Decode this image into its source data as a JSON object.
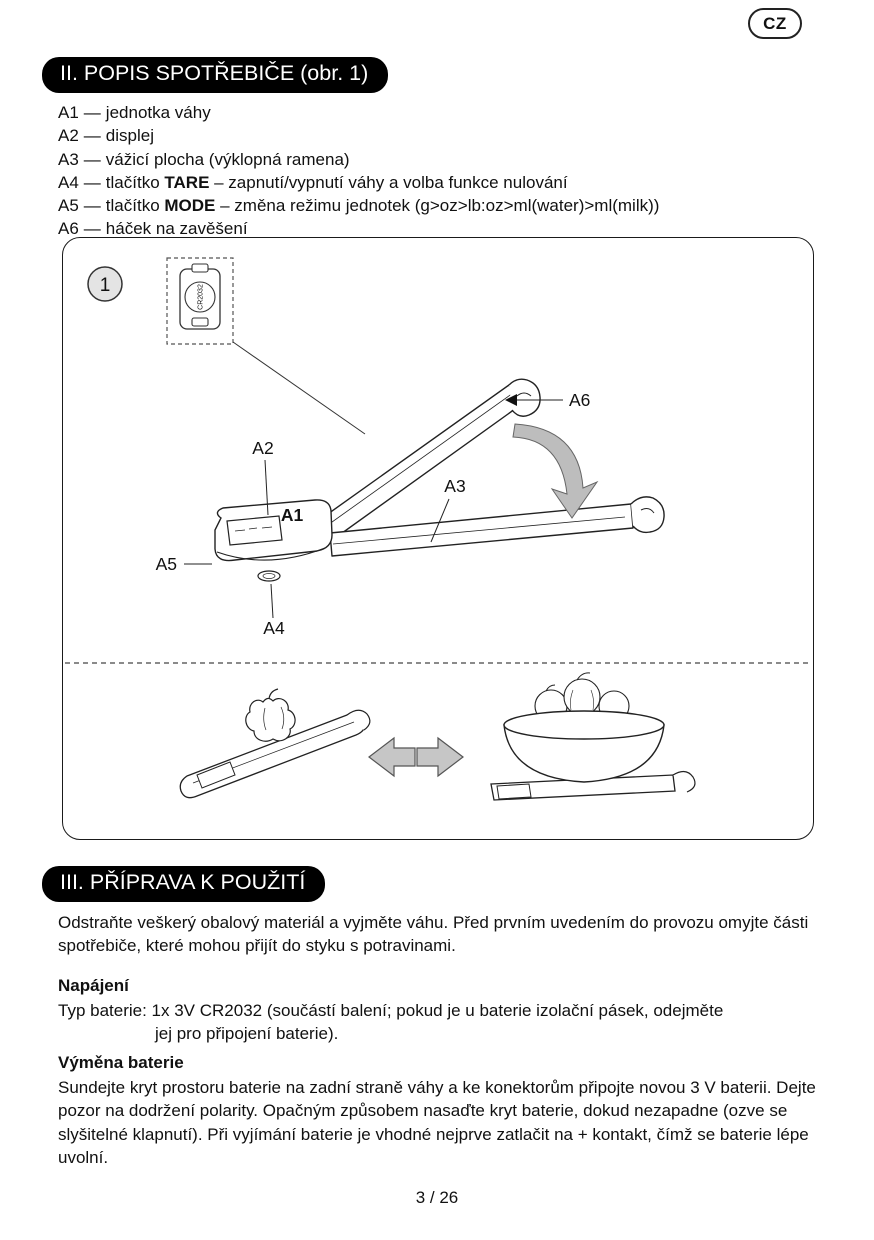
{
  "page": {
    "language_badge": "CZ",
    "page_number": "3 / 26"
  },
  "section_description": {
    "title": "II. POPIS SPOTŘEBIČE (obr. 1)",
    "items": [
      {
        "code": "A1",
        "sep": "—",
        "text": "jednotka váhy"
      },
      {
        "code": "A2",
        "sep": "—",
        "text": "displej"
      },
      {
        "code": "A3",
        "sep": "—",
        "text": "vážicí plocha (výklopná ramena)"
      },
      {
        "code": "A4",
        "sep": "—",
        "pre": "tlačítko ",
        "bold": "TARE",
        "post": " – zapnutí/vypnutí váhy a volba funkce nulování"
      },
      {
        "code": "A5",
        "sep": "—",
        "pre": "tlačítko ",
        "bold": "MODE",
        "post": " – změna režimu jednotek (g>oz>lb:oz>ml(water)>ml(milk))"
      },
      {
        "code": "A6",
        "sep": "—",
        "text": "háček na zavěšení"
      }
    ]
  },
  "figure": {
    "number": "1",
    "battery_label": "CR2032",
    "labels": {
      "a1": "A1",
      "a2": "A2",
      "a3": "A3",
      "a4": "A4",
      "a5": "A5",
      "a6": "A6"
    }
  },
  "section_preparation": {
    "title": "III. PŘÍPRAVA K POUŽITÍ",
    "intro": "Odstraňte veškerý obalový materiál a vyjměte váhu. Před prvním uvedením do provozu omyjte části spotřebiče, které mohou přijít do styku s potravinami.",
    "power": {
      "heading": "Napájení",
      "line1": "Typ baterie: 1x 3V CR2032 (součástí balení; pokud je u baterie izolační pásek, odejměte",
      "line2": "jej pro připojení baterie)."
    },
    "battery_replacement": {
      "heading": "Výměna baterie",
      "text": "Sundejte kryt prostoru baterie na zadní straně váhy a ke konektorům připojte novou 3 V baterii. Dejte pozor na dodržení polarity. Opačným způsobem nasaďte kryt baterie, dokud nezapadne (ozve se slyšitelné klapnutí). Při vyjímání baterie je vhodné nejprve zatlačit na + kontakt, čímž se baterie lépe uvolní."
    }
  }
}
